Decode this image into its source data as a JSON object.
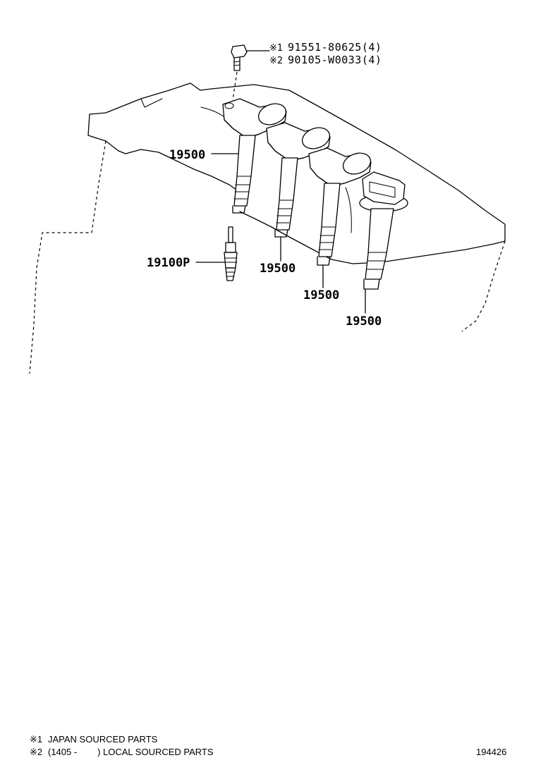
{
  "bolt_callout": {
    "line1": {
      "mark": "※1",
      "part": "91551-80625(4)"
    },
    "line2": {
      "mark": "※2",
      "part": "90105-W0033(4)"
    }
  },
  "callouts": {
    "coil_1": "19500",
    "coil_2": "19500",
    "coil_3": "19500",
    "coil_4": "19500",
    "spark_plug": "19100P"
  },
  "footnotes": {
    "note1": {
      "mark": "※1",
      "text": "JAPAN SOURCED PARTS"
    },
    "note2": {
      "mark": "※2",
      "text": "(1405 -        ) LOCAL SOURCED PARTS"
    }
  },
  "diagram_id": "194426"
}
